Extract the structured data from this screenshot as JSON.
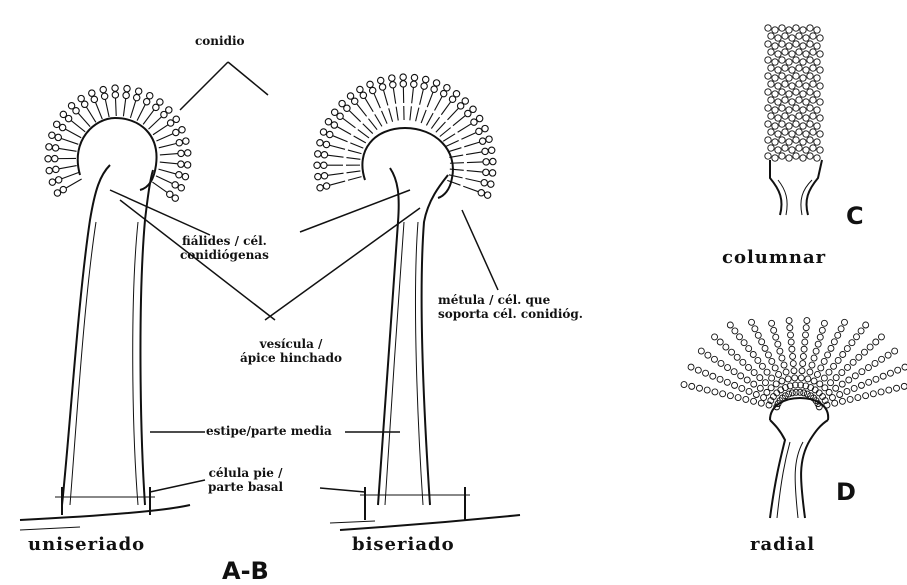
{
  "labels": {
    "conidio": "conidio",
    "fialides": [
      "fiálides / cél.",
      "conidiógenas"
    ],
    "metula": [
      "métula / cél. que",
      "soporta cél. conidióg."
    ],
    "vesicula": [
      "vesícula /",
      "ápice hinchado"
    ],
    "estipe": "estipe/parte media",
    "celula_pie": [
      "célula pie /",
      "parte basal"
    ],
    "uniseriado": "uniseriado",
    "biseriado": "biseriado",
    "ab": "A-B",
    "c": "C",
    "columnar": "columnar",
    "d": "D",
    "radial": "radial"
  },
  "colors": {
    "ink": "#111111",
    "paper": "#ffffff"
  }
}
